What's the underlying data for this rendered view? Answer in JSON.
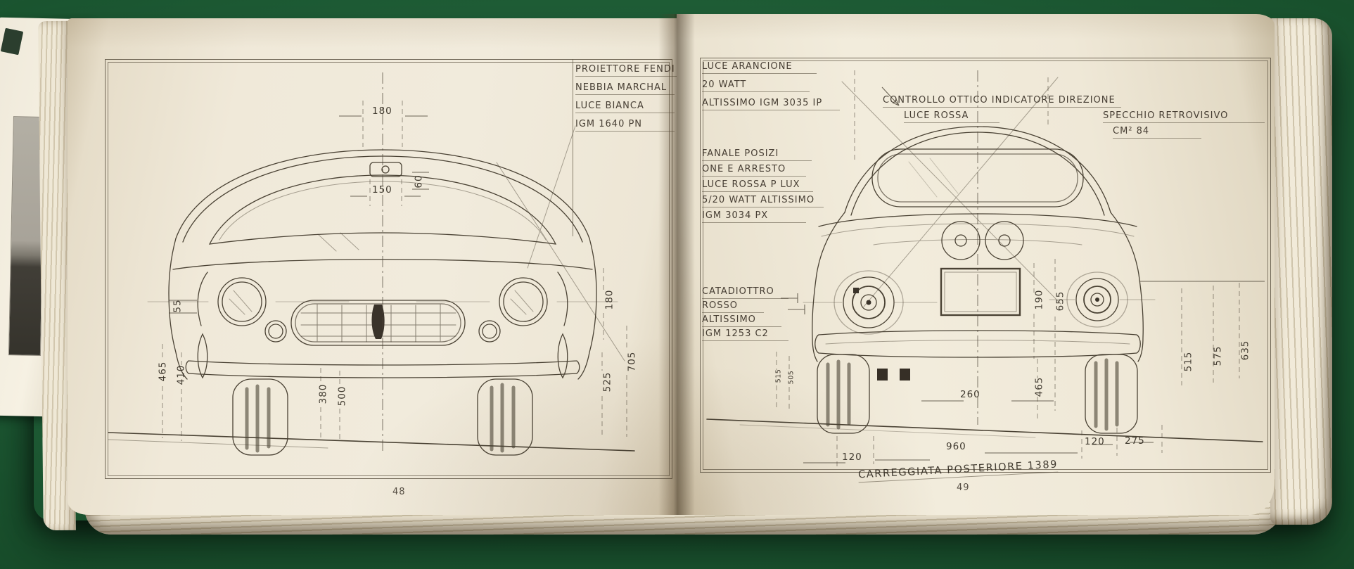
{
  "colors": {
    "felt": "#1d5a34",
    "paper": "#efe8d8",
    "ink": "#4a4234"
  },
  "icons": {
    "ferrari_emblem": "prancing-horse-badge"
  },
  "left_page": {
    "page_number": "48",
    "fog_projector_note": [
      "PROIETTORE FENDI",
      "NEBBIA MARCHAL",
      "LUCE BIANCA",
      "IGM 1640 PN"
    ],
    "dims": {
      "top_width": "180",
      "mirror_width": "150",
      "mirror_height": "60",
      "side_offset": "55",
      "height_465": "465",
      "height_410": "410",
      "width_380": "380",
      "width_500": "500",
      "lamp_height": "180",
      "height_705": "705",
      "height_525": "525"
    }
  },
  "right_page": {
    "page_number": "49",
    "turn_lamp_note": [
      "LUCE ARANCIONE",
      "20 WATT",
      "ALTISSIMO IGM 3035 IP"
    ],
    "indicator_note": [
      "CONTROLLO OTTICO INDICATORE DIREZIONE",
      "LUCE ROSSA"
    ],
    "mirror_note": [
      "SPECCHIO RETROVISIVO",
      "CM² 84"
    ],
    "tail_lamp_note": [
      "FANALE POSIZI",
      "ONE E ARRESTO",
      "LUCE ROSSA P LUX",
      "5/20 WATT ALTISSIMO",
      "IGM 3034 PX"
    ],
    "reflector_note": [
      "CATADIOTTRO",
      "ROSSO",
      "ALTISSIMO",
      "IGM 1253 C2"
    ],
    "track_note": "CARREGGIATA POSTERIORE 1389",
    "dims": {
      "plate_height": "190",
      "height_655": "655",
      "cluster_515": "515",
      "cluster_505": "505",
      "height_465": "465",
      "width_260": "260",
      "width_120_left": "120",
      "width_960": "960",
      "width_120_right": "120",
      "width_275": "275",
      "height_515": "515",
      "height_575": "575",
      "height_635": "635"
    }
  }
}
